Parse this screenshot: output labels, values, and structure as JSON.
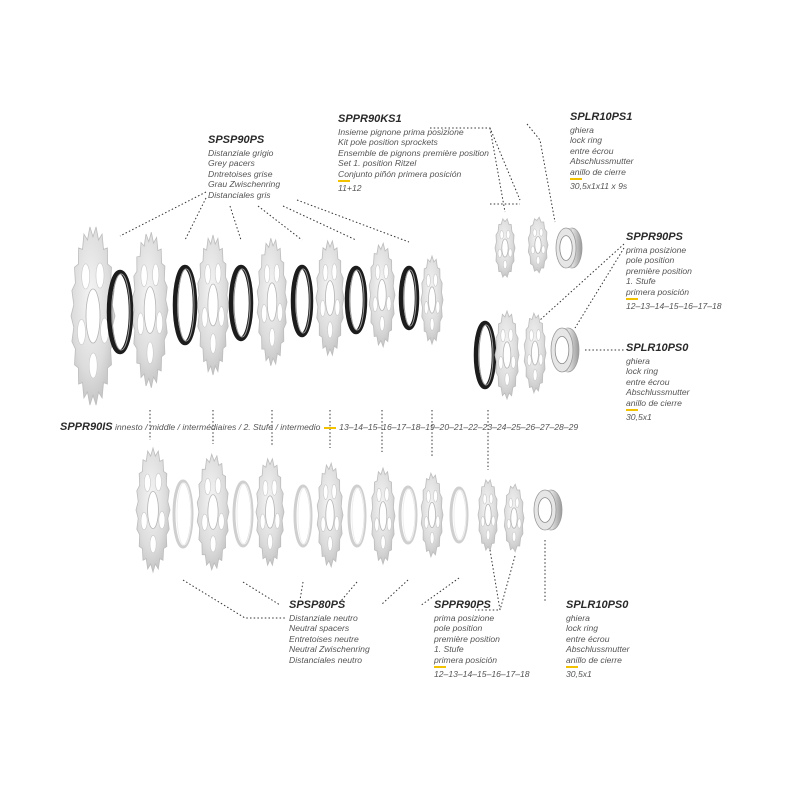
{
  "labels": {
    "spsp90ps": {
      "code": "SPSP90PS",
      "lines": [
        "Distanziale grigio",
        "Grey pacers",
        "Dntretoises grise",
        "Grau Zwischenring",
        "Distanciales gris"
      ]
    },
    "sppr90ks1": {
      "code": "SPPR90KS1",
      "lines": [
        "Insieme pignone prima posizione",
        "Kit pole position sprockets",
        "Ensemble de pignons première position",
        "Set 1. position Ritzel",
        "Conjunto piñón primera posición"
      ],
      "tail": "11+12"
    },
    "splr10ps1": {
      "code": "SPLR10PS1",
      "lines": [
        "ghiera",
        "lock ring",
        "entre écrou",
        "Abschlussmutter",
        "anillo de cierre"
      ],
      "tail": "30,5x1x11 x 9s"
    },
    "sppr90ps_top": {
      "code": "SPPR90PS",
      "lines": [
        "prima posizione",
        "pole position",
        "première position",
        "1. Stufe",
        "primera posición"
      ],
      "tail": "12–13–14–15–16–17–18"
    },
    "splr10ps0_top": {
      "code": "SPLR10PS0",
      "lines": [
        "ghiera",
        "lock ring",
        "entre écrou",
        "Abschlussmutter",
        "anillo de cierre"
      ],
      "tail": "30,5x1"
    },
    "spsp80ps": {
      "code": "SPSP80PS",
      "lines": [
        "Distanziale neutro",
        "Neutral spacers",
        "Entretoises neutre",
        "Neutral Zwischenring",
        "Distanciales neutro"
      ]
    },
    "sppr90ps_bottom": {
      "code": "SPPR90PS",
      "lines": [
        "prima posizione",
        "pole position",
        "première position",
        "1. Stufe",
        "primera posición"
      ],
      "tail": "12–13–14–15–16–17–18"
    },
    "splr10ps0_bottom": {
      "code": "SPLR10PS0",
      "lines": [
        "ghiera",
        "lock ring",
        "entre écrou",
        "Abschlussmutter",
        "anillo de cierre"
      ],
      "tail": "30,5x1"
    }
  },
  "middle_row": {
    "code": "SPPR90IS",
    "text": "innesto / middle / intermédiaires / 2. Stufe / intermedio",
    "sizes": "13–14–15–16–17–18–19–20–21–22–23–24–25–26–27–28–29"
  },
  "colors": {
    "accent_underline": "#f2c200",
    "text": "#555555",
    "code_text": "#2a2a2a",
    "sprocket": "#d8d8d8",
    "dark_spacer": "#1c1c1c"
  }
}
